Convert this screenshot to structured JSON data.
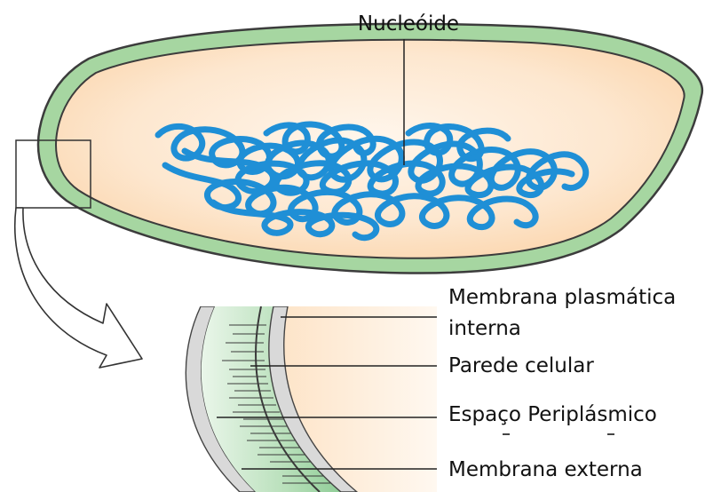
{
  "labels": {
    "nucleoid": "Nucleóide",
    "inner_membrane_line1": "Membrana plasmática",
    "inner_membrane_line2": "interna",
    "cell_wall": "Parede celular",
    "periplasmic_space": "Espaço Periplásmico",
    "outer_membrane": "Membrana externa"
  },
  "colors": {
    "cytoplasm_light": "#fdf0e2",
    "cytoplasm": "#fbd9b4",
    "cell_wall_green": "#9ccf98",
    "cell_outline": "#3c3c3c",
    "nucleoid_dna": "#1f8fd6",
    "membrane_gray": "#d8d8d8",
    "periplasm_green": "#9ed1a4",
    "leader_line": "#222222"
  }
}
